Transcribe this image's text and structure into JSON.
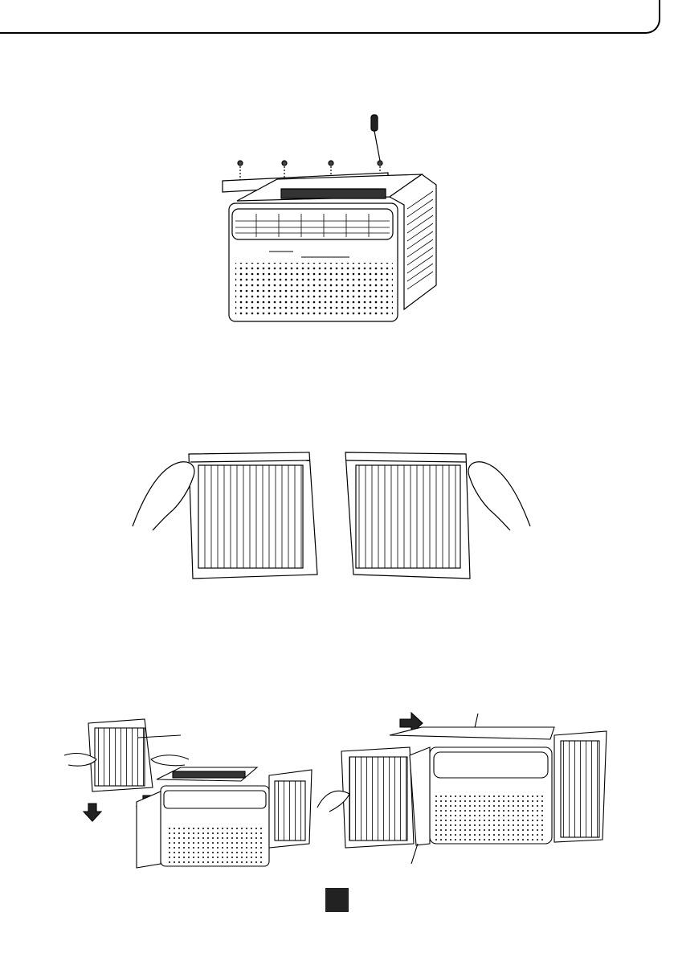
{
  "page": {
    "page_number": ""
  },
  "figures": {
    "top": {
      "icon": "air-conditioner-screwdriver-illustration"
    },
    "middle": {
      "icon": "side-panels-extended-illustration"
    },
    "bottom_left": {
      "icon": "insert-side-panel-illustration"
    },
    "bottom_right": {
      "icon": "slide-panels-into-frame-illustration"
    }
  }
}
